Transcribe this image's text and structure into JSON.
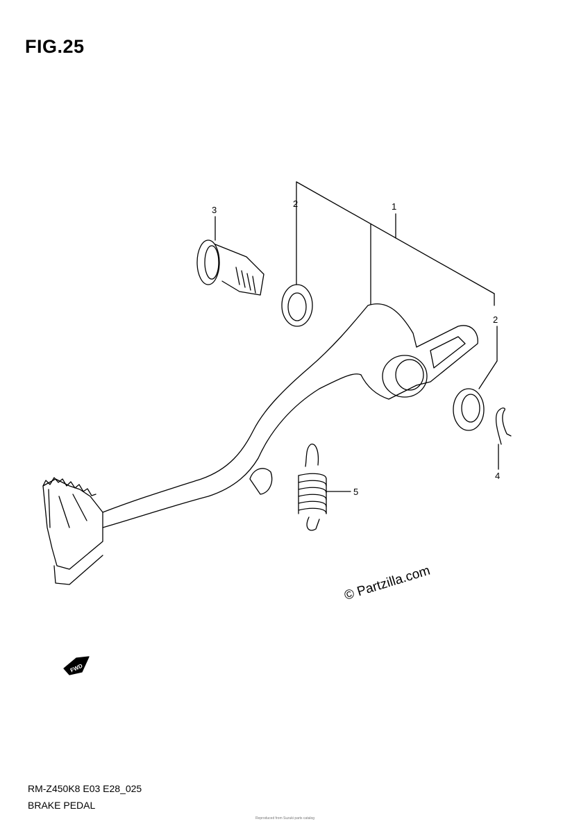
{
  "figure": {
    "title": "FIG.25"
  },
  "callouts": [
    {
      "id": "c1",
      "label": "1"
    },
    {
      "id": "c2a",
      "label": "2"
    },
    {
      "id": "c2b",
      "label": "2"
    },
    {
      "id": "c3",
      "label": "3"
    },
    {
      "id": "c4",
      "label": "4"
    },
    {
      "id": "c5",
      "label": "5"
    }
  ],
  "arrow": {
    "label": "FWD"
  },
  "watermark": "© Partzilla.com",
  "footer": {
    "code": "RM-Z450K8 E03 E28_025",
    "caption": "BRAKE PEDAL",
    "fineprint": "Reproduced from Suzuki parts catalog"
  }
}
